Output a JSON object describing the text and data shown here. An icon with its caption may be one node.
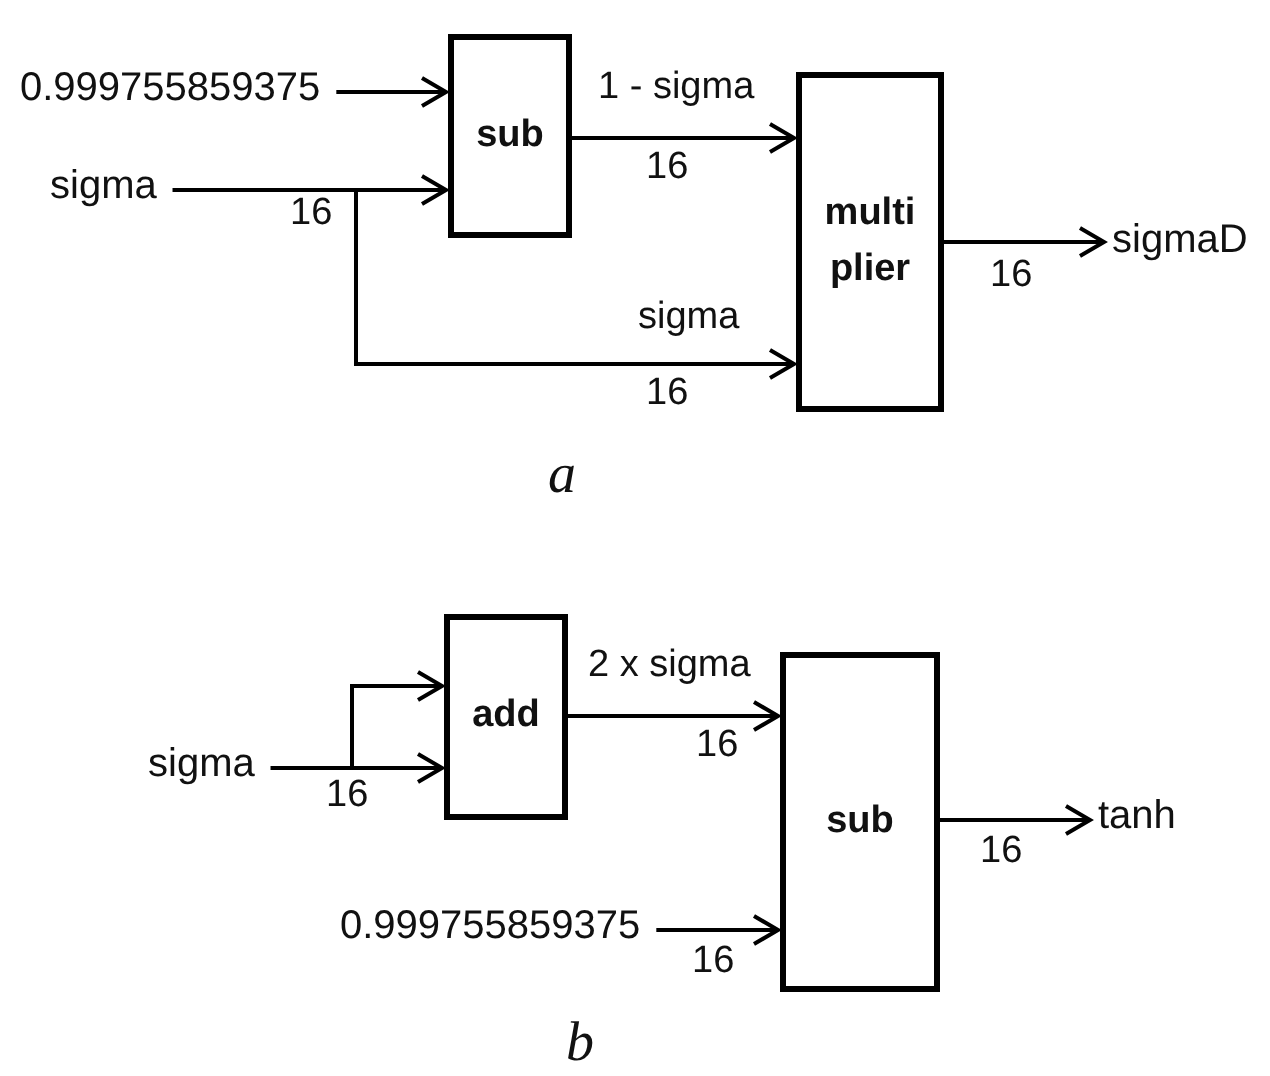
{
  "diagram": {
    "nodes": [
      {
        "text": [
          "0.999755859375"
        ]
      },
      {
        "text": [
          "sigma"
        ]
      },
      {
        "text": [
          "sub"
        ]
      },
      {
        "text": [
          "multi plier"
        ]
      },
      {
        "text": [
          "sigmaD"
        ]
      },
      {
        "text": [
          "sigma"
        ]
      },
      {
        "text": [
          "add"
        ]
      },
      {
        "text": [
          "sub"
        ]
      },
      {
        "text": [
          "tanh"
        ]
      },
      {
        "text": [
          "0.999755859375"
        ]
      }
    ],
    "edges": [
      {
        "from": 0,
        "to": 2,
        "arrow": "to"
      },
      {
        "from": 1,
        "to": 2,
        "arrow": "to"
      },
      {
        "from": 1,
        "to": 3,
        "arrow": "to",
        "label": "sigma"
      },
      {
        "from": 2,
        "to": 3,
        "arrow": "to",
        "label": "1 - sigma"
      },
      {
        "from": 3,
        "to": 4,
        "arrow": "to"
      },
      {
        "from": 5,
        "to": 6,
        "arrow": "to"
      },
      {
        "from": 5,
        "to": 6,
        "arrow": "to"
      },
      {
        "from": 6,
        "to": 7,
        "arrow": "to",
        "label": "2 x sigma"
      },
      {
        "from": 9,
        "to": 7,
        "arrow": "to"
      },
      {
        "from": 7,
        "to": 8,
        "arrow": "to"
      }
    ],
    "labels": [
      "16",
      "16",
      "16",
      "16",
      "a",
      "16",
      "16",
      "16",
      "16",
      "b"
    ]
  }
}
